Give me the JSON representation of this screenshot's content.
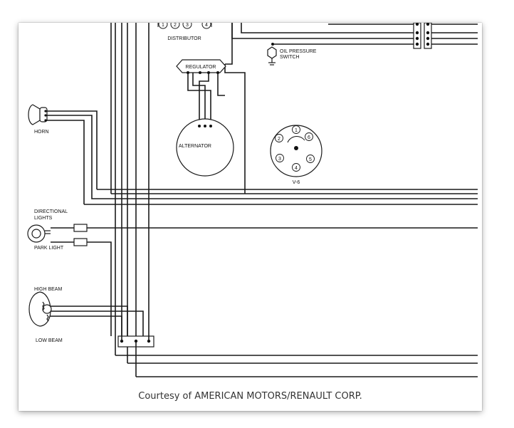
{
  "diagram": {
    "labels": {
      "distributor": "DISTRIBUTOR",
      "regulator": "REGULATOR",
      "oil_pressure_1": "OIL PRESSURE",
      "oil_pressure_2": "SWITCH",
      "horn": "HORN",
      "alternator": "ALTERNATOR",
      "v6": "V-6",
      "directional_1": "DIRECTIONAL",
      "directional_2": "LIGHTS",
      "park_light": "PARK LIGHT",
      "high_beam": "HIGH BEAM",
      "low_beam": "LOW BEAM"
    },
    "distributor_terminals": [
      "1",
      "2",
      "3",
      "4"
    ],
    "firing_order_positions": [
      "1",
      "2",
      "3",
      "4",
      "5",
      "6"
    ]
  },
  "caption": "Courtesy of AMERICAN MOTORS/RENAULT CORP."
}
